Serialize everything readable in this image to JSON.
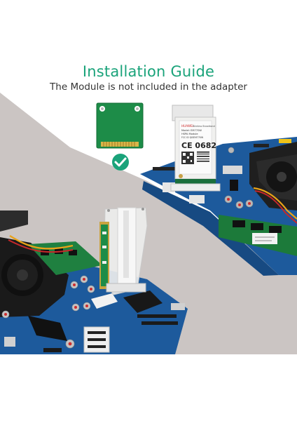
{
  "header": {
    "title": "Installation Guide",
    "subtitle": "The Module is not included in the adapter"
  },
  "module_label": {
    "brand": "HUAWEI",
    "line1": "Wireless Broadband",
    "line2": "Model: EM770W",
    "line3": "HSPA Module",
    "fcc": "FCC ID QISEM770W",
    "ce": "CE 0682"
  },
  "colors": {
    "title": "#1aa37a",
    "check": "#1aa37a",
    "board": "#1d5a9c",
    "card_green": "#1d8c48",
    "backdrop": "#c9c3c1"
  },
  "icons": [
    "check-icon",
    "mini-pcie-card",
    "adapter-bracket",
    "wifi-module"
  ]
}
